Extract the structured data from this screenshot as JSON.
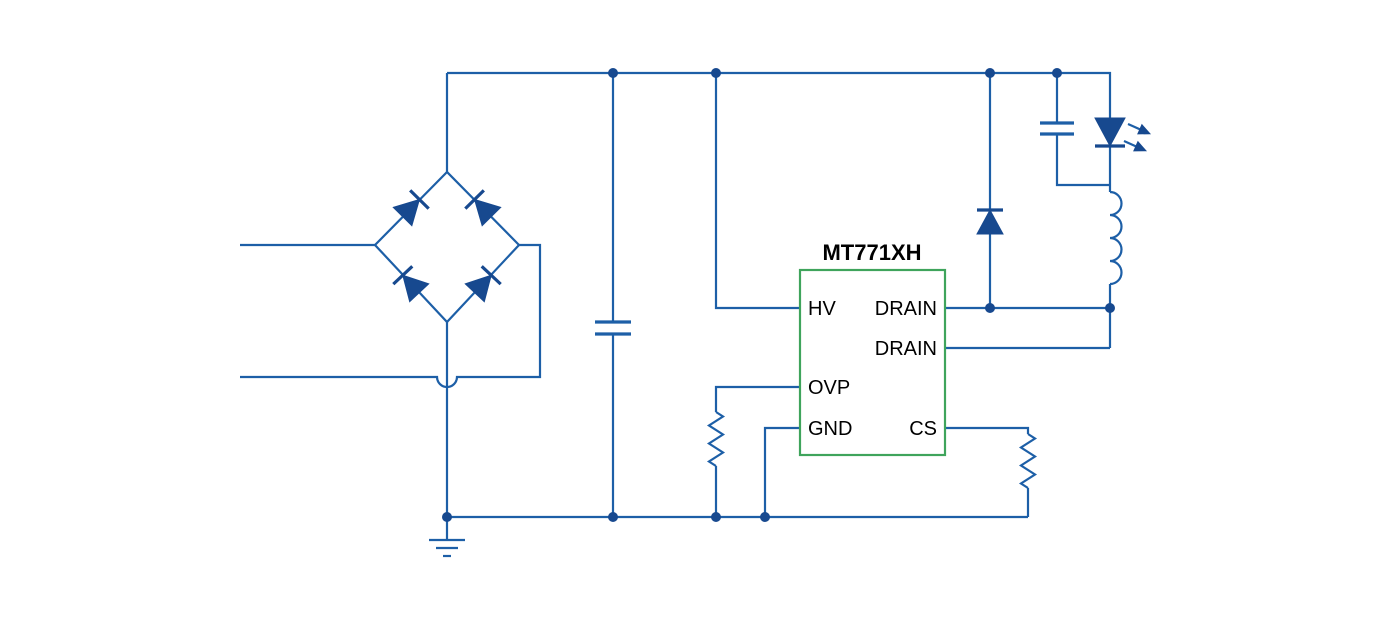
{
  "diagram": {
    "type": "circuit-schematic",
    "ic": {
      "name": "MT771XH",
      "pins_left": [
        {
          "label": "HV"
        },
        {
          "label": "OVP"
        },
        {
          "label": "GND"
        }
      ],
      "pins_right": [
        {
          "label": "DRAIN"
        },
        {
          "label": "DRAIN"
        },
        {
          "label": "CS"
        }
      ]
    },
    "components": [
      {
        "name": "ac-input-terminals"
      },
      {
        "name": "bridge-rectifier",
        "diodes": 4
      },
      {
        "name": "bulk-capacitor"
      },
      {
        "name": "ovp-resistor"
      },
      {
        "name": "cs-resistor"
      },
      {
        "name": "freewheeling-diode"
      },
      {
        "name": "output-capacitor"
      },
      {
        "name": "led"
      },
      {
        "name": "inductor",
        "turns": 4
      },
      {
        "name": "ground-symbol"
      }
    ]
  },
  "colors": {
    "wire": "#1d5fa7",
    "component_fill": "#17498f",
    "ic_border": "#3fa45c",
    "text": "#000000",
    "background": "#ffffff"
  }
}
